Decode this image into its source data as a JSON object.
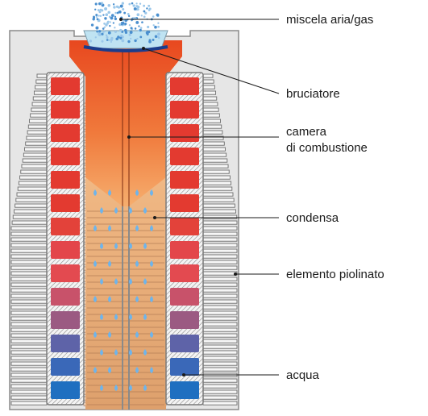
{
  "labels": {
    "mixture": "miscela aria/gas",
    "burner": "bruciatore",
    "chamber_line1": "camera",
    "chamber_line2": "di combustione",
    "condensate": "condensa",
    "finned_element": "elemento piolinato",
    "water": "acqua"
  },
  "colors": {
    "flame_top": "#e8481f",
    "flame_bottom": "#f6a860",
    "hot_water": "#e33a30",
    "cold_water": "#1f6fc0",
    "condensate_zone": "#e2a472",
    "fin_stroke": "#6d6d6d",
    "casing_fill": "#e6e6e6",
    "burner_mesh": "#bfe3f2",
    "droplet": "#6fb4ea"
  },
  "icons": [
    "water-droplet-icon",
    "gas-mixture-particles"
  ]
}
